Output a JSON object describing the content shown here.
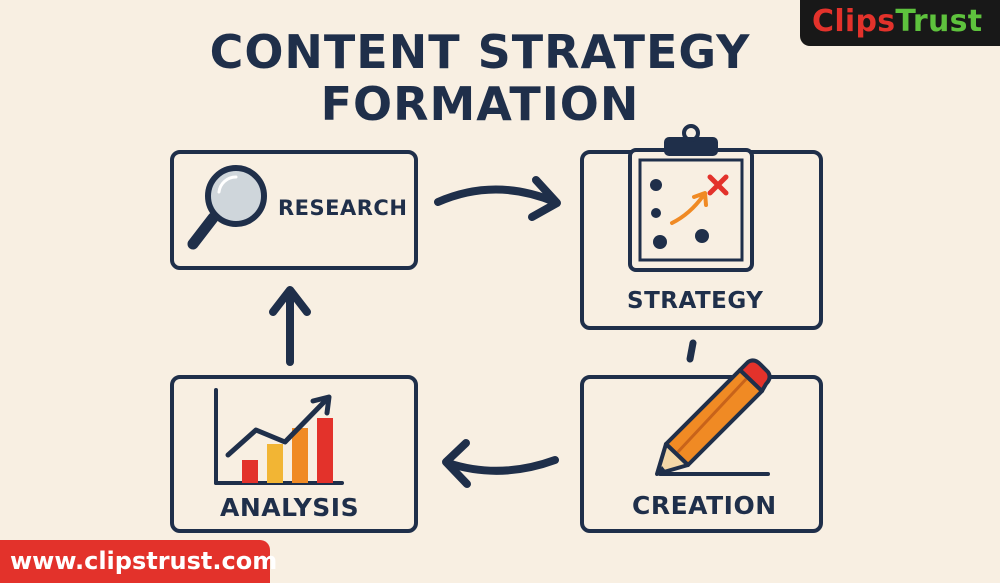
{
  "title": "CONTENT STRATEGY FORMATION",
  "steps": [
    {
      "label": "RESEARCH",
      "icon": "magnifying-glass-icon"
    },
    {
      "label": "STRATEGY",
      "icon": "clipboard-plan-icon"
    },
    {
      "label": "CREATION",
      "icon": "pencil-icon"
    },
    {
      "label": "ANALYSIS",
      "icon": "bar-chart-growth-icon"
    }
  ],
  "flow": [
    "RESEARCH",
    "STRATEGY",
    "CREATION",
    "ANALYSIS",
    "RESEARCH"
  ],
  "logo": {
    "part1": "Clips",
    "part2": "Trust"
  },
  "url": "www.clipstrust.com",
  "colors": {
    "background": "#f8efe2",
    "outline": "#1f2f4a",
    "accent_orange": "#f08a24",
    "accent_red": "#e3322b",
    "accent_yellow": "#f2b534",
    "logo_green": "#5ec23d"
  }
}
